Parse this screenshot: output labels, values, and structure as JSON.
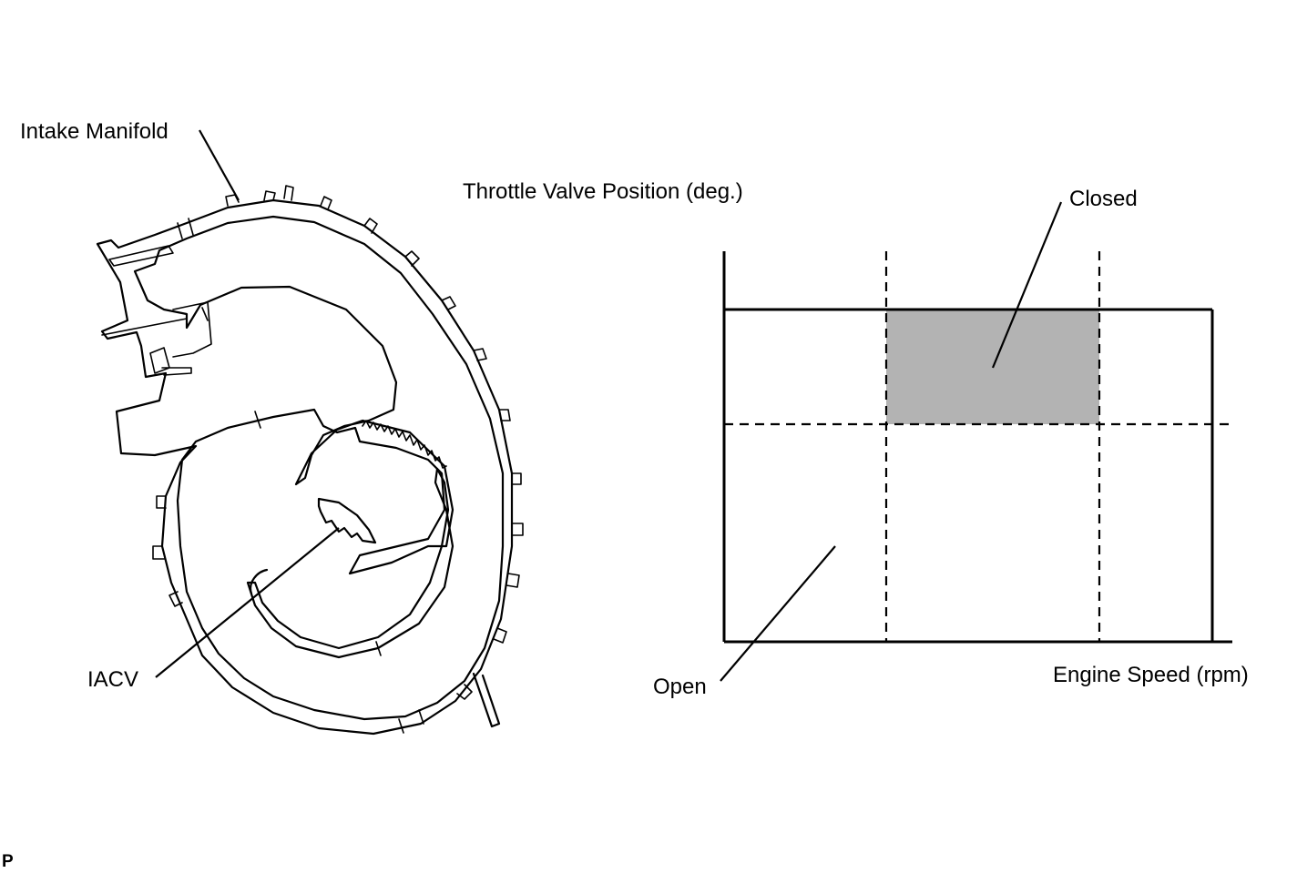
{
  "labels": {
    "intake_manifold": "Intake Manifold",
    "iacv": "IACV",
    "throttle_position_axis": "Throttle Valve Position (deg.)",
    "closed": "Closed",
    "open": "Open",
    "engine_speed_axis": "Engine Speed (rpm)"
  },
  "footer": {
    "code": "P"
  },
  "colors": {
    "line": "#000000",
    "closed_region": "#b3b3b3",
    "background": "#ffffff"
  }
}
